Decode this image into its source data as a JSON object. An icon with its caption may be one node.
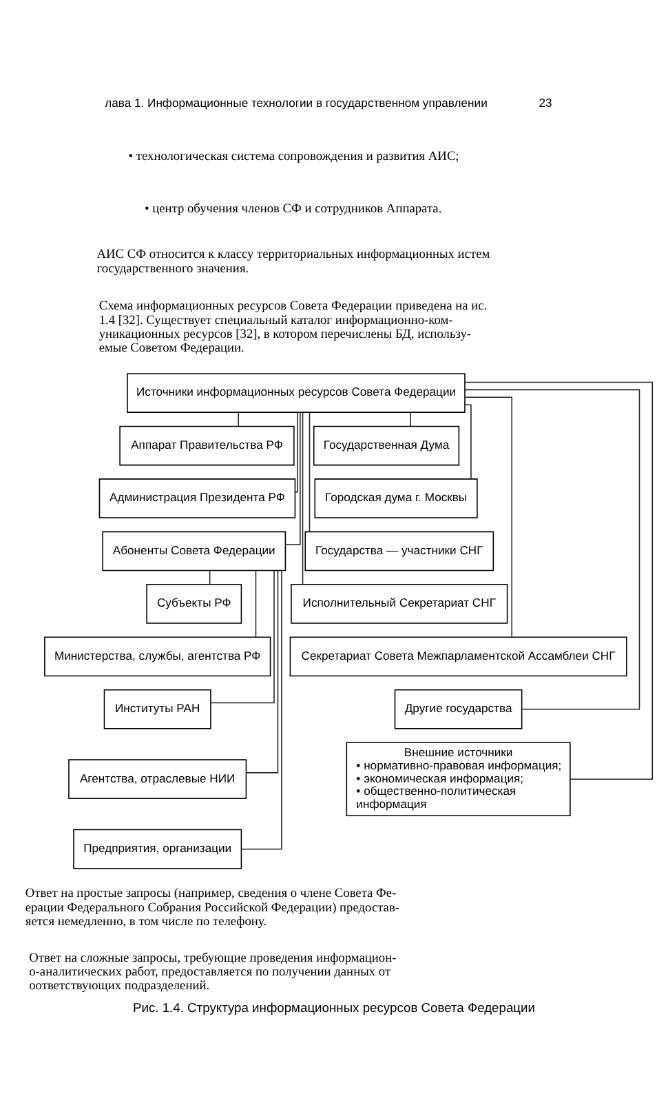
{
  "diagram": {
    "caption": "Рис. 1.4. Структура информационных ресурсов Совета Федерации",
    "nodes": [
      {
        "text": [
          "Источники информационных ресурсов Совета Федерации"
        ]
      },
      {
        "text": [
          "Аппарат Правительства РФ"
        ]
      },
      {
        "text": [
          "Администрация Президента РФ"
        ]
      },
      {
        "text": [
          "Абоненты Совета Федерации"
        ]
      },
      {
        "text": [
          "Субъекты РФ"
        ]
      },
      {
        "text": [
          "Министерства, службы, агентства РФ"
        ]
      },
      {
        "text": [
          "Институты РАН"
        ]
      },
      {
        "text": [
          "Агентства, отраслевые НИИ"
        ]
      },
      {
        "text": [
          "Предприятия, организации"
        ]
      },
      {
        "text": [
          "Государственная Дума"
        ]
      },
      {
        "text": [
          "Городская дума г. Москвы"
        ]
      },
      {
        "text": [
          "Государства — участники СНГ"
        ]
      },
      {
        "text": [
          "Исполнительный Секретариат СНГ"
        ]
      },
      {
        "text": [
          "Секретариат Совета Межпарламентской Ассамблеи СНГ"
        ]
      },
      {
        "text": [
          "Другие государства"
        ]
      },
      {
        "text": [
          "Внешние источники",
          "• нормативно-правовая информация;",
          "• экономическая информация;",
          "• общественно-политическая информация"
        ]
      }
    ],
    "edges": [
      {
        "from": 0,
        "to": 1,
        "arrow": "none"
      },
      {
        "from": 0,
        "to": 2,
        "arrow": "none"
      },
      {
        "from": 0,
        "to": 3,
        "arrow": "none"
      },
      {
        "from": 3,
        "to": 4,
        "arrow": "none"
      },
      {
        "from": 3,
        "to": 5,
        "arrow": "none"
      },
      {
        "from": 3,
        "to": 6,
        "arrow": "none"
      },
      {
        "from": 3,
        "to": 7,
        "arrow": "none"
      },
      {
        "from": 3,
        "to": 8,
        "arrow": "none"
      },
      {
        "from": 0,
        "to": 9,
        "arrow": "none"
      },
      {
        "from": 0,
        "to": 10,
        "arrow": "none"
      },
      {
        "from": 0,
        "to": 11,
        "arrow": "none"
      },
      {
        "from": 0,
        "to": 12,
        "arrow": "none"
      },
      {
        "from": 0,
        "to": 13,
        "arrow": "none"
      },
      {
        "from": 0,
        "to": 14,
        "arrow": "none"
      },
      {
        "from": 0,
        "to": 15,
        "arrow": "none"
      }
    ],
    "labels": [
      "лава 1. Информационные технологии в государственном управлении",
      "23",
      "• технологическая система сопровождения и развития АИС;",
      "• центр обучения членов СФ и сотрудников Аппарата.",
      "АИС СФ относится к классу территориальных информационных истем государственного значения.",
      "Схема информационных ресурсов Совета Федерации приведена на ис. 1.4 [32]. Существует специальный каталог информационно-ком- уникационных ресурсов [32], в котором перечислены БД, использу- емые Советом Федерации.",
      "Ответ на простые запросы (например, сведения о члене Совета Фе- ерации Федерального Собрания Российской Федерации) предостав- яется немедленно, в том числе по телефону.",
      "Ответ на сложные запросы, требующие проведения информацион- о-аналитических работ, предоставляется по получении данных от оответствующих подразделений."
    ]
  }
}
